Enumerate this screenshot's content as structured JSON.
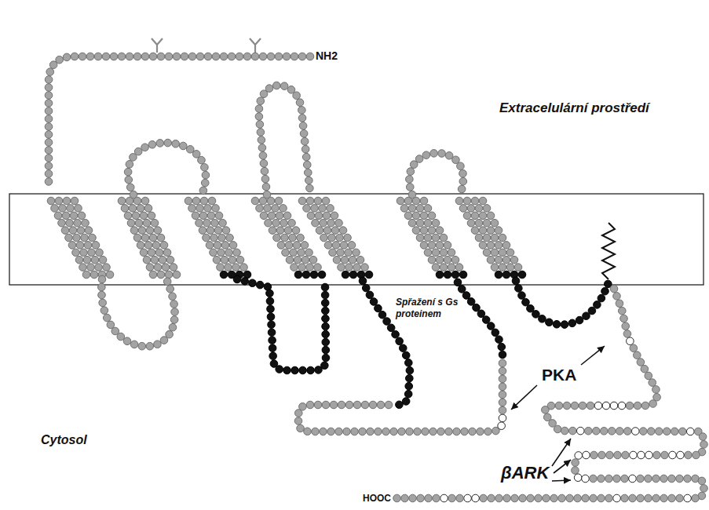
{
  "diagram": {
    "labels": [
      "NH2",
      "Extracelulární prostředí",
      "Spřažení s Gs proteinem",
      "PKA",
      "Cytosol",
      "βARK",
      "HOOC"
    ]
  }
}
